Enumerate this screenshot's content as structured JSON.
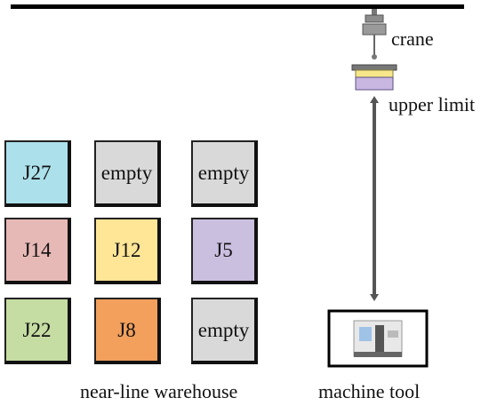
{
  "crane": {
    "label": "crane",
    "limit_label": "upper limit"
  },
  "warehouse": {
    "label": "near-line warehouse",
    "slots": [
      {
        "text": "J27",
        "color": "#ace0ea"
      },
      {
        "text": "empty",
        "color": "#d9d9d9"
      },
      {
        "text": "empty",
        "color": "#d9d9d9"
      },
      {
        "text": "J14",
        "color": "#e7b9b6"
      },
      {
        "text": "J12",
        "color": "#ffe596"
      },
      {
        "text": "J5",
        "color": "#cbbfe0"
      },
      {
        "text": "J22",
        "color": "#c5dca2"
      },
      {
        "text": "J8",
        "color": "#f2a05c"
      },
      {
        "text": "empty",
        "color": "#d9d9d9"
      }
    ]
  },
  "machine": {
    "label": "machine tool"
  }
}
